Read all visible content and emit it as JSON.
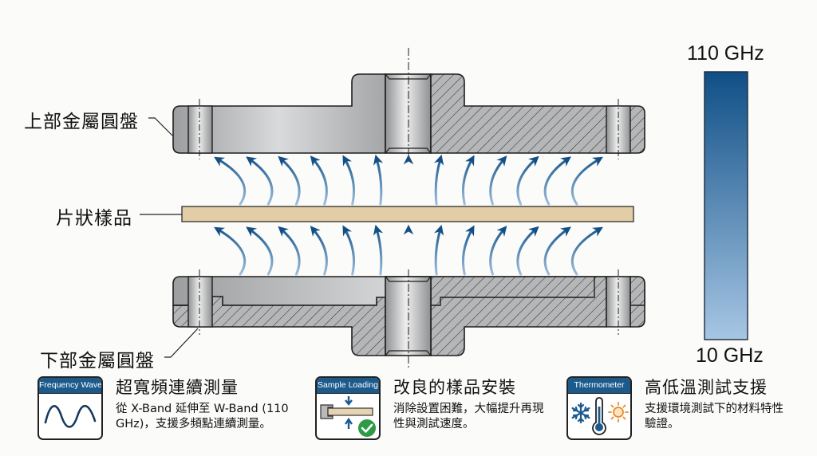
{
  "diagram": {
    "labels": {
      "upper_disk": "上部金屬圓盤",
      "sample": "片狀樣品",
      "lower_disk": "下部金屬圓盤"
    },
    "frequency_scale": {
      "top_label": "110 GHz",
      "bottom_label": "10 GHz",
      "top_value_ghz": 110,
      "bottom_value_ghz": 10,
      "gradient_top_color": "#0f4f86",
      "gradient_bottom_color": "#a7c6e4"
    },
    "colors": {
      "arrow": "#1b5a8e",
      "sample_fill": "#e3cda6",
      "metal": "#b9bbbd",
      "accent": "#1d5a8c",
      "check_green": "#2e9a46",
      "sun_orange": "#e98a2a"
    },
    "field_arrows": {
      "above_sample_count": 13,
      "below_sample_count": 13
    }
  },
  "features": [
    {
      "icon_label": "Frequency Wave",
      "icon": "sine-wave-icon",
      "title": "超寬頻連續測量",
      "description": "從 X-Band 延伸至 W-Band (110 GHz)，支援多頻點連續測量。"
    },
    {
      "icon_label": "Sample Loading",
      "icon": "sample-loading-icon",
      "title": "改良的樣品安裝",
      "description": "消除設置困難，大幅提升再現性與測試速度。"
    },
    {
      "icon_label": "Thermometer",
      "icon": "thermometer-icon",
      "title": "高低溫測試支援",
      "description": "支援環境測試下的材料特性驗證。"
    }
  ]
}
